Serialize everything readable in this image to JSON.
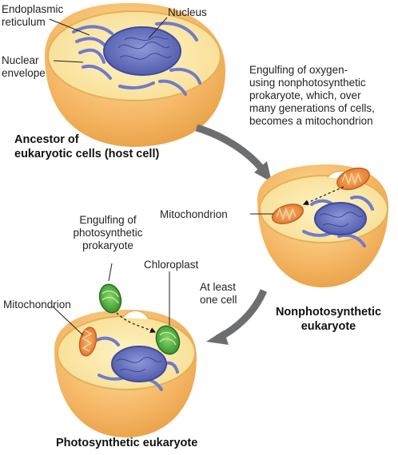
{
  "labels": {
    "er": [
      "Endoplasmic",
      "reticulum"
    ],
    "nucleus": "Nucleus",
    "nuclear_envelope": [
      "Nuclear",
      "envelope"
    ],
    "engulf_oxygen": [
      "Engulfing of oxygen-",
      "using nonphotosynthetic",
      "prokaryote, which, over",
      "many generations of cells,",
      "becomes a mitochondrion"
    ],
    "mito_cell2": "Mitochondrion",
    "engulf_photo": [
      "Engulfing of",
      "photosynthetic",
      "prokaryote"
    ],
    "chloroplast": "Chloroplast",
    "at_least": [
      "At least",
      "one cell"
    ],
    "mito_cell3": "Mitochondrion"
  },
  "captions": {
    "ancestor": [
      "Ancestor of",
      "eukaryotic cells (host cell)"
    ],
    "nonphoto": [
      "Nonphotosynthetic",
      "eukaryote"
    ],
    "photo": "Photosynthetic eukaryote"
  },
  "colors": {
    "cell_shell": "#f2b35a",
    "cytoplasm": "#fbe7a6",
    "nucleus": "#6b78c4",
    "er": "#7b86d0",
    "mitochondrion": "#ef8a3a",
    "chloroplast": "#4caf3c",
    "arrow": "#6d6e70"
  }
}
